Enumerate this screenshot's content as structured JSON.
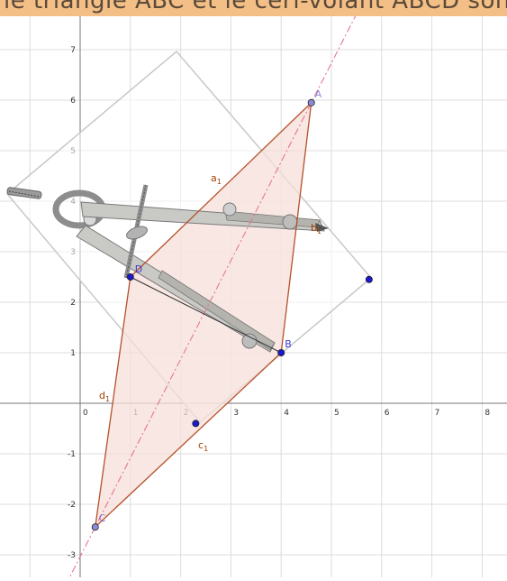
{
  "banner": {
    "text": "le triangle ABC et le cerf-volant ABCD sont étudiés. Le losange"
  },
  "axes": {
    "x_ticks": [
      "0",
      "1",
      "2",
      "3",
      "4",
      "5",
      "6",
      "7",
      "8"
    ],
    "y_ticks": [
      "7",
      "6",
      "5",
      "4",
      "3",
      "2",
      "1",
      "0",
      "-1",
      "-2",
      "-3"
    ]
  },
  "points": {
    "A": {
      "label": "A",
      "x": 4.6,
      "y": 5.95
    },
    "B": {
      "label": "B",
      "x": 4.0,
      "y": 1.0
    },
    "C": {
      "label": "C",
      "x": 0.3,
      "y": -2.45
    },
    "D": {
      "label": "D",
      "x": 1.0,
      "y": 2.5
    },
    "E": {
      "x": 2.3,
      "y": -0.4
    },
    "F": {
      "x": 5.75,
      "y": 2.45
    }
  },
  "segments": {
    "a1": {
      "label": "a",
      "sub": "1"
    },
    "b1": {
      "label": "b",
      "sub": "1"
    },
    "c1": {
      "label": "c",
      "sub": "1"
    },
    "d1": {
      "label": "d",
      "sub": "1"
    }
  },
  "colors": {
    "fill": "#f6dfd8",
    "edge": "#b5502a",
    "symmetry": "#e76b8a",
    "point": "#1a1acc",
    "grid": "#d9d9d9",
    "banner": "#f4bf86"
  },
  "image": {
    "icon": "compass-drawing-tool-icon"
  }
}
